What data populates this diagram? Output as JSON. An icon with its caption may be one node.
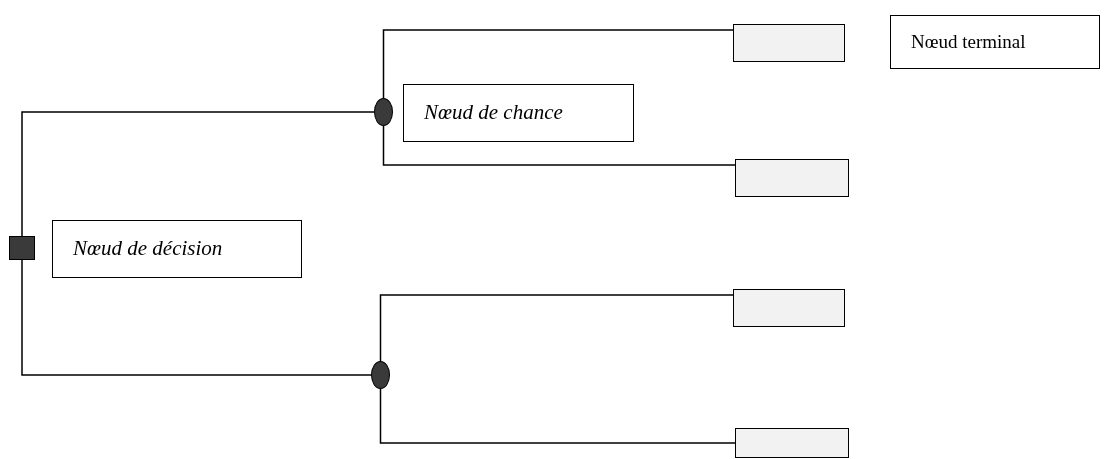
{
  "diagram": {
    "nodes": [
      {
        "text": [],
        "shape": "box"
      },
      {
        "text": [
          "Nœud de décision"
        ]
      },
      {
        "text": [],
        "shape": "circle"
      },
      {
        "text": [
          "Nœud de chance"
        ]
      },
      {
        "text": [],
        "shape": "box"
      },
      {
        "text": [],
        "shape": "box"
      },
      {
        "text": [],
        "shape": "circle"
      },
      {
        "text": [],
        "shape": "box"
      },
      {
        "text": [],
        "shape": "box"
      },
      {
        "text": [
          "Nœud terminal"
        ]
      }
    ],
    "edges": [
      {
        "from": 0,
        "to": 2,
        "arrow": "none"
      },
      {
        "from": 2,
        "to": 4,
        "arrow": "none"
      },
      {
        "from": 2,
        "to": 5,
        "arrow": "none"
      },
      {
        "from": 0,
        "to": 6,
        "arrow": "none"
      },
      {
        "from": 6,
        "to": 7,
        "arrow": "none"
      },
      {
        "from": 6,
        "to": 8,
        "arrow": "none"
      }
    ]
  }
}
